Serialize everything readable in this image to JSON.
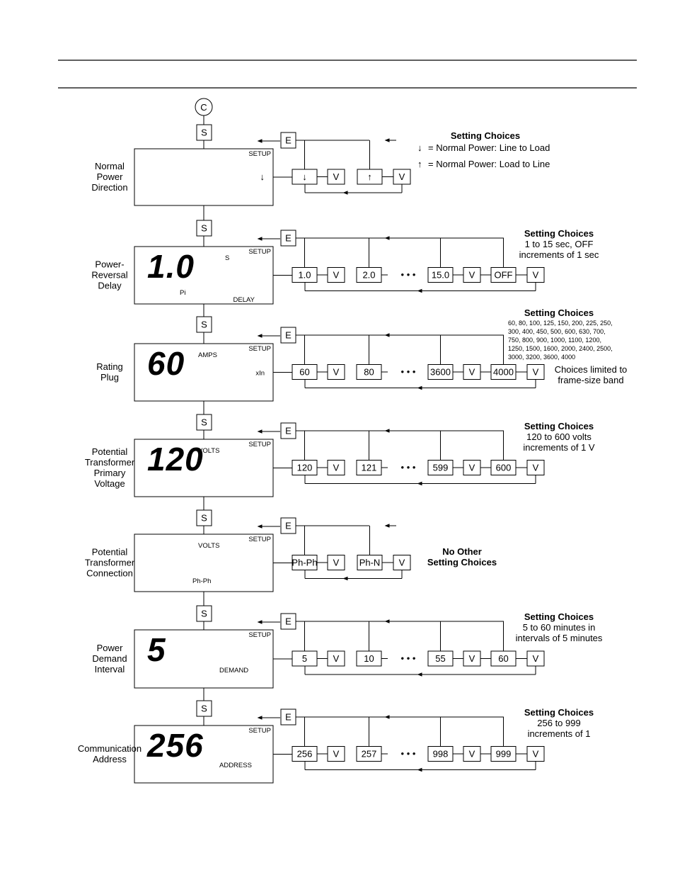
{
  "start_connector": "C",
  "step_key": "S",
  "enter_key": "E",
  "value_key": "V",
  "ellipsis": "• • •",
  "legend_symbols": {
    "line_to_load": "↓",
    "load_to_line": "↑"
  },
  "steps": [
    {
      "id": "normal-power-direction",
      "label": [
        "Normal",
        "Power",
        "Direction"
      ],
      "display": {
        "big": "",
        "tags": [
          {
            "text": "SETUP",
            "pos": "setup"
          },
          {
            "text": "↓",
            "pos": "right-mid"
          }
        ]
      },
      "options": [
        "↓",
        "↑"
      ],
      "ellipsis": false,
      "choices_title": "Setting Choices",
      "choices_lines": [
        "= Normal Power: Line to Load",
        "= Normal Power: Load to Line"
      ]
    },
    {
      "id": "power-reversal-delay",
      "label": [
        "Power-",
        "Reversal",
        "Delay"
      ],
      "display": {
        "big": "1.0",
        "tags": [
          {
            "text": "S",
            "pos": "mid"
          },
          {
            "text": "SETUP",
            "pos": "setup"
          },
          {
            "text": "Pi",
            "pos": "low-left"
          },
          {
            "text": "DELAY",
            "pos": "low-right"
          }
        ]
      },
      "options": [
        "1.0",
        "2.0",
        "15.0",
        "OFF"
      ],
      "ellipsis": true,
      "choices_title": "Setting Choices",
      "choices_lines": [
        "1 to 15 sec, OFF",
        "increments of 1 sec"
      ]
    },
    {
      "id": "rating-plug",
      "label": [
        "Rating",
        "Plug"
      ],
      "display": {
        "big": "60",
        "tags": [
          {
            "text": "AMPS",
            "pos": "unit"
          },
          {
            "text": "SETUP",
            "pos": "setup"
          },
          {
            "text": "xIn",
            "pos": "right-mid"
          }
        ]
      },
      "options": [
        "60",
        "80",
        "3600",
        "4000"
      ],
      "ellipsis": true,
      "choices_title": "Setting Choices",
      "choices_small": [
        "60, 80, 100, 125, 150, 200, 225, 250,",
        "300, 400, 450, 500, 600, 630, 700,",
        "750, 800, 900, 1000, 1100, 1200,",
        "1250, 1500, 1600, 2000, 2400, 2500,",
        "3000, 3200, 3600, 4000"
      ],
      "choices_lines": [
        "Choices limited to",
        "frame-size band"
      ]
    },
    {
      "id": "pt-primary-voltage",
      "label": [
        "Potential",
        "Transformer",
        "Primary",
        "Voltage"
      ],
      "display": {
        "big": "120",
        "tags": [
          {
            "text": "VOLTS",
            "pos": "unit"
          },
          {
            "text": "SETUP",
            "pos": "setup"
          }
        ]
      },
      "options": [
        "120",
        "121",
        "599",
        "600"
      ],
      "ellipsis": true,
      "choices_title": "Setting Choices",
      "choices_lines": [
        "120 to 600 volts",
        "increments of 1 V"
      ]
    },
    {
      "id": "pt-connection",
      "label": [
        "Potential",
        "Transformer",
        "Connection"
      ],
      "display": {
        "big": "",
        "tags": [
          {
            "text": "VOLTS",
            "pos": "unit"
          },
          {
            "text": "SETUP",
            "pos": "setup"
          },
          {
            "text": "Ph-Ph",
            "pos": "low-mid"
          }
        ]
      },
      "options": [
        "Ph-Ph",
        "Ph-N"
      ],
      "ellipsis": false,
      "choices_title": "No Other",
      "choices_lines": [
        "Setting Choices"
      ]
    },
    {
      "id": "power-demand-interval",
      "label": [
        "Power",
        "Demand",
        "Interval"
      ],
      "display": {
        "big": "5",
        "tags": [
          {
            "text": "SETUP",
            "pos": "setup"
          },
          {
            "text": "DEMAND",
            "pos": "low-mid2"
          }
        ]
      },
      "options": [
        "5",
        "10",
        "55",
        "60"
      ],
      "ellipsis": true,
      "choices_title": "Setting Choices",
      "choices_lines": [
        "5 to 60 minutes in",
        "intervals of 5 minutes"
      ]
    },
    {
      "id": "communication-address",
      "label": [
        "Communication",
        "Address"
      ],
      "display": {
        "big": "256",
        "tags": [
          {
            "text": "SETUP",
            "pos": "setup"
          },
          {
            "text": "ADDRESS",
            "pos": "low-mid2"
          }
        ]
      },
      "options": [
        "256",
        "257",
        "998",
        "999"
      ],
      "ellipsis": true,
      "choices_title": "Setting Choices",
      "choices_lines": [
        "256 to 999",
        "increments of 1"
      ]
    }
  ]
}
